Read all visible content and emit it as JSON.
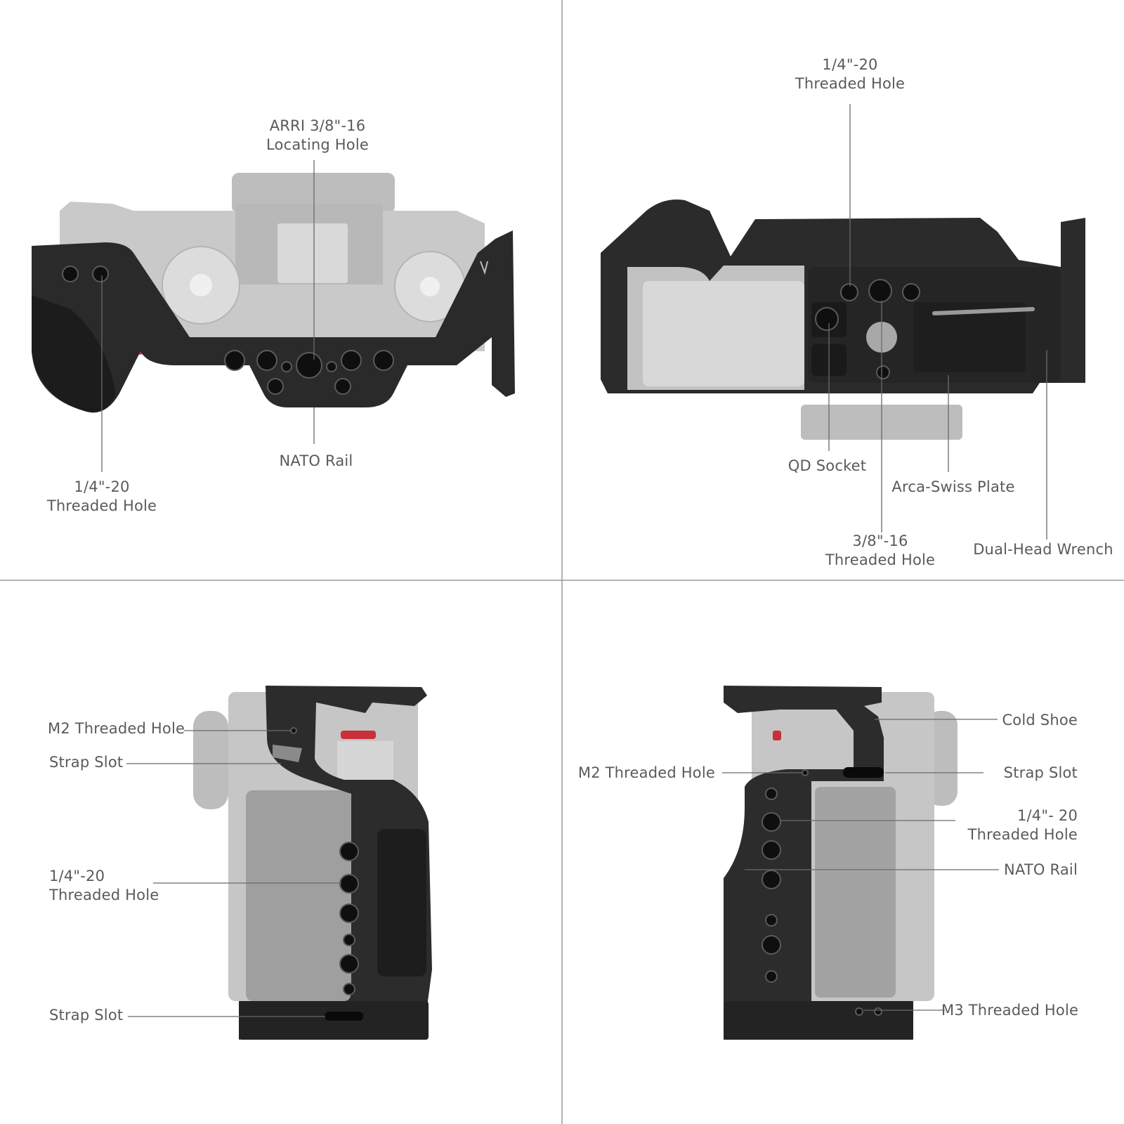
{
  "colors": {
    "background": "#ffffff",
    "divider": "#9a9a9a",
    "leader_line": "#6a6a6a",
    "cage_black": "#2a2a2b",
    "camera_silver": "#c9c9c9",
    "camera_gray": "#a6a6a6",
    "accent_red": "#c8303a"
  },
  "panels": {
    "top_left": {
      "view": "top-view",
      "callouts": {
        "arri": {
          "line1": "ARRI 3/8\"-16",
          "line2": "Locating Hole"
        },
        "nato": {
          "line1": "NATO Rail"
        },
        "threaded": {
          "line1": "1/4\"-20",
          "line2": "Threaded Hole"
        }
      }
    },
    "top_right": {
      "view": "bottom-view",
      "callouts": {
        "quarter": {
          "line1": "1/4\"-20",
          "line2": "Threaded Hole"
        },
        "qd": {
          "line1": "QD Socket"
        },
        "arca": {
          "line1": "Arca-Swiss Plate"
        },
        "three_eighths": {
          "line1": "3/8\"-16",
          "line2": "Threaded Hole"
        },
        "wrench": {
          "line1": "Dual-Head Wrench"
        }
      }
    },
    "bottom_left": {
      "view": "left-side-view",
      "callouts": {
        "m2": {
          "line1": "M2 Threaded Hole"
        },
        "strap_top": {
          "line1": "Strap Slot"
        },
        "quarter": {
          "line1": "1/4\"-20",
          "line2": "Threaded Hole"
        },
        "strap_bottom": {
          "line1": "Strap Slot"
        }
      }
    },
    "bottom_right": {
      "view": "right-side-view",
      "callouts": {
        "cold_shoe": {
          "line1": "Cold Shoe"
        },
        "m2": {
          "line1": "M2 Threaded Hole"
        },
        "strap": {
          "line1": "Strap Slot"
        },
        "quarter": {
          "line1": "1/4\"- 20",
          "line2": "Threaded Hole"
        },
        "nato": {
          "line1": "NATO Rail"
        },
        "m3": {
          "line1": "M3 Threaded Hole"
        }
      }
    }
  }
}
